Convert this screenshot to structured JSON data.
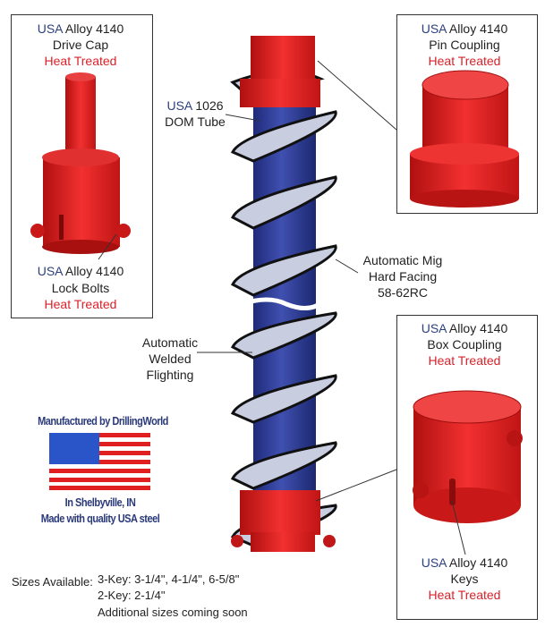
{
  "drive_cap": {
    "brand": "USA",
    "alloy": "Alloy 4140",
    "part": "Drive Cap",
    "treatment": "Heat Treated"
  },
  "lock_bolts": {
    "brand": "USA",
    "alloy": "Alloy 4140",
    "part": "Lock Bolts",
    "treatment": "Heat Treated"
  },
  "pin_coupling": {
    "brand": "USA",
    "alloy": "Alloy 4140",
    "part": "Pin Coupling",
    "treatment": "Heat Treated"
  },
  "box_coupling": {
    "brand": "USA",
    "alloy": "Alloy 4140",
    "part": "Box Coupling",
    "treatment": "Heat Treated"
  },
  "keys": {
    "brand": "USA",
    "alloy": "Alloy 4140",
    "part": "Keys",
    "treatment": "Heat Treated"
  },
  "tube": {
    "brand": "USA",
    "grade": "1026",
    "part": "DOM Tube"
  },
  "hard_facing": {
    "line1": "Automatic Mig",
    "line2": "Hard Facing",
    "line3": "58-62RC"
  },
  "flighting": {
    "line1": "Automatic",
    "line2": "Welded",
    "line3": "Flighting"
  },
  "maker": {
    "title": "Manufactured by DrillingWorld",
    "location": "In Shelbyville, IN",
    "steel": "Made with quality USA steel"
  },
  "sizes": {
    "label": "Sizes Available:",
    "line1": "3-Key: 3-1/4\", 4-1/4\", 6-5/8\"",
    "line2": "2-Key: 2-1/4\"",
    "line3": "Additional sizes coming soon"
  },
  "colors": {
    "part_red": "#e02020",
    "tube_blue": "#2e3d9a",
    "usa_blue": "#2b3f7f",
    "heat_red": "#d8222a"
  }
}
